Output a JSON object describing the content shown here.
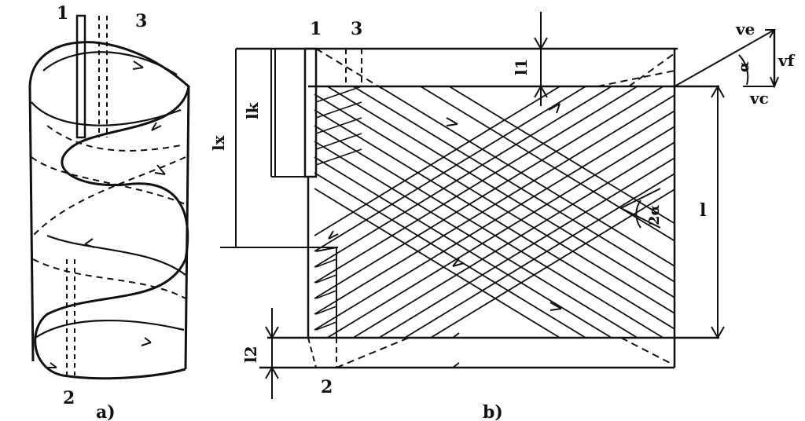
{
  "figure_a": {
    "label": "a)",
    "point_1": "1",
    "point_2": "2",
    "point_3": "3"
  },
  "figure_b": {
    "label": "b)",
    "point_1": "1",
    "point_2": "2",
    "point_3": "3",
    "dim_l1": "l1",
    "dim_l2": "l2",
    "dim_lk": "lk",
    "dim_lx": "lx",
    "dim_l": "l",
    "angle_2alpha": "2α",
    "vector_ve": "ve",
    "vector_vf": "vf",
    "vector_vc": "vc",
    "angle_alpha": "α"
  },
  "colors": {
    "ink": "#111111",
    "paper": "#ffffff"
  }
}
